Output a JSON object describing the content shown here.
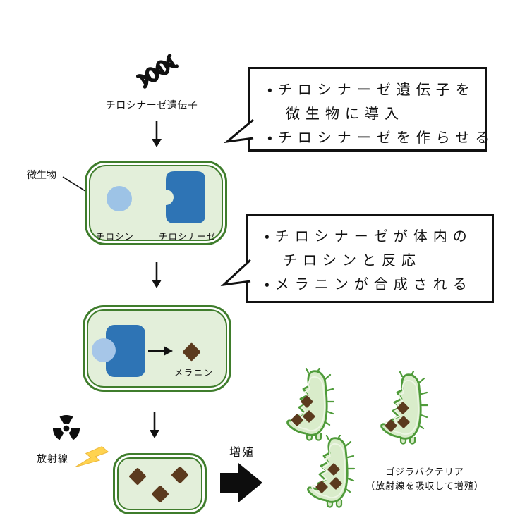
{
  "title": "ゴジラバクテリア生成プロセス図",
  "colors": {
    "background": "#ffffff",
    "ink": "#111111",
    "cell_border_green": "#3f7d2c",
    "cell_fill_green": "#e3efda",
    "tyrosine_blue": "#9dc3e6",
    "tyrosinase_blue": "#2e74b5",
    "melanin_brown": "#5b3a1e",
    "bacteria_outline_green": "#4f9b3a",
    "bacteria_fill_green": "#d9ecca",
    "lightning_yellow": "#ffd34f"
  },
  "gene": {
    "label": "チロシナーゼ遺伝子"
  },
  "microbe_callout": {
    "label": "微生物"
  },
  "cell1": {
    "tyrosine_label": "チロシン",
    "tyrosinase_label": "チロシナーゼ"
  },
  "bubble1": {
    "line1": "・チロシナーゼ遺伝子を",
    "line2": "微生物に導入",
    "line3": "・チロシナーゼを作らせる"
  },
  "bubble2": {
    "line1": "・チロシナーゼが体内の",
    "line2": "チロシンと反応",
    "line3": "・メラニンが合成される"
  },
  "cell2": {
    "melanin_label": "メラニン"
  },
  "radiation": {
    "label": "放射線"
  },
  "growth": {
    "arrow_label": "増殖"
  },
  "caption": {
    "line1": "ゴジラバクテリア",
    "line2": "（放射線を吸収して増殖）"
  },
  "icons": {
    "dna": "dna-double-helix-icon",
    "radiation": "radiation-trefoil-icon",
    "lightning": "lightning-bolt-icon",
    "bacterium": "godzilla-bacterium-shape"
  }
}
